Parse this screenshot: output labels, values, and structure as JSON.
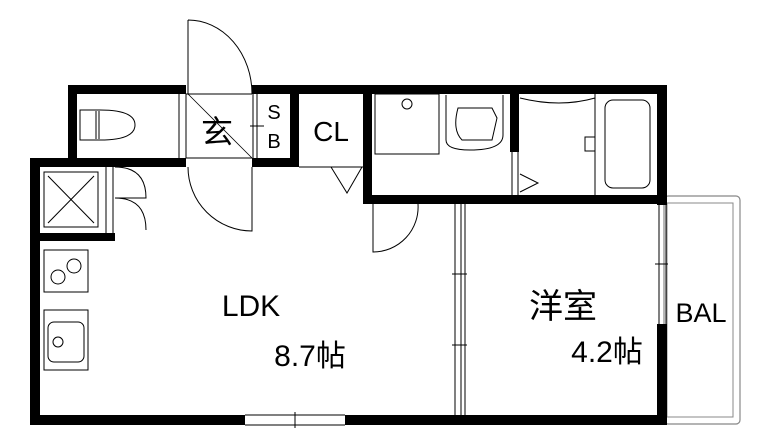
{
  "floor_plan": {
    "rooms": {
      "entrance": {
        "label": "玄"
      },
      "shoe_box": {
        "label_top": "S",
        "label_bottom": "B"
      },
      "closet": {
        "label": "CL"
      },
      "ldk": {
        "label": "LDK",
        "size": "8.7帖"
      },
      "western_room": {
        "label": "洋室",
        "size": "4.2帖"
      },
      "balcony": {
        "label": "BAL"
      }
    },
    "colors": {
      "wall": "#000000",
      "line": "#000000",
      "background": "#ffffff",
      "balcony_line": "#888888"
    }
  }
}
